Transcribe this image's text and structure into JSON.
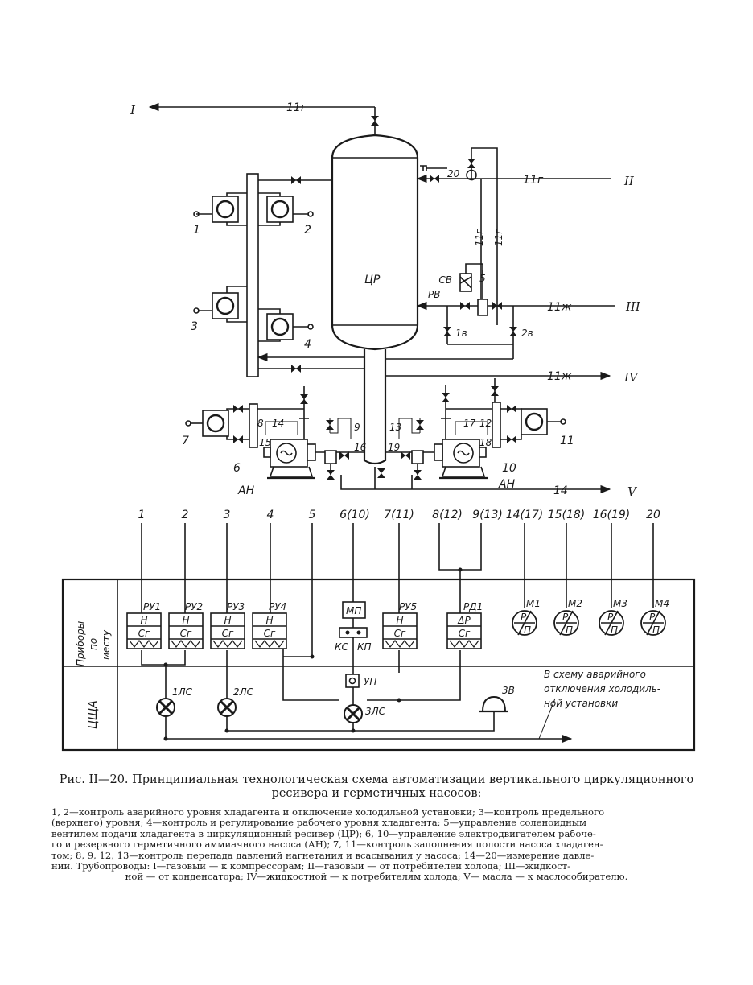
{
  "diagram": {
    "receiver_label": "ЦР",
    "pipes": {
      "I": "I",
      "II": "II",
      "III": "III",
      "IV": "IV",
      "V": "V",
      "p11g_top": "11г",
      "p11g_right": "11г",
      "p11g_v1": "11г",
      "p11g_v2": "11г",
      "p11zh_a": "11ж",
      "p11zh_b": "11ж",
      "p14": "14"
    },
    "instr_nums": {
      "n1": "1",
      "n2": "2",
      "n3": "3",
      "n4": "4",
      "n5": "5",
      "n7": "7",
      "n11": "11",
      "n6": "6",
      "n10": "10",
      "n8": "8",
      "n14": "14",
      "n15": "15",
      "n9": "9",
      "n16": "16",
      "n13": "13",
      "n19": "19",
      "n17": "17",
      "n12": "12",
      "n18": "18",
      "n20": "20",
      "n1v": "1в",
      "n2v": "2в",
      "rv": "РВ",
      "sv": "СВ",
      "an_left": "АН",
      "an_right": "АН"
    },
    "columns": [
      "1",
      "2",
      "3",
      "4",
      "5",
      "6(10)",
      "7(11)",
      "8(12)",
      "9(13)",
      "14(17)",
      "15(18)",
      "16(19)",
      "20"
    ],
    "panel": {
      "row_local": "Приборы по месту",
      "row_ccu": "ЦЩА",
      "devices": [
        {
          "tag": "РУ1",
          "top": "Н",
          "bottom": "Сг"
        },
        {
          "tag": "РУ2",
          "top": "Н",
          "bottom": "Сг"
        },
        {
          "tag": "РУ3",
          "top": "Н",
          "bottom": "Сг"
        },
        {
          "tag": "РУ4",
          "top": "Н",
          "bottom": "Сг"
        },
        {
          "tag": "РУ5",
          "top": "Н",
          "bottom": "Сг"
        },
        {
          "tag": "РД1",
          "top": "ΔР",
          "bottom": "Сг"
        }
      ],
      "mp": "МП",
      "ks": "КС",
      "kp": "КП",
      "up": "УП",
      "gauges": [
        {
          "tag": "М1",
          "top": "Р",
          "bottom": "П"
        },
        {
          "tag": "М2",
          "top": "Р",
          "bottom": "П"
        },
        {
          "tag": "М3",
          "top": "Р",
          "bottom": "П"
        },
        {
          "tag": "М4",
          "top": "Р",
          "bottom": "П"
        }
      ],
      "lamps": [
        "1ЛС",
        "2ЛС",
        "3ЛС"
      ],
      "horn": "3В",
      "note": "В схему аварийного отключения холодильной установки"
    }
  },
  "caption": {
    "title": "Рис. II—20. Принципиальная технологическая схема автоматизации вертикального циркуляционного ресивера и герметичных насосов:",
    "body": [
      "1, 2—контроль аварийного уровня хладагента и отключение холодильной установки; 3—контроль предельного",
      "(верхнего) уровня; 4—контроль и регулирование рабочего уровня хладагента; 5—управление соленоидным",
      "вентилем подачи хладагента в циркуляционный ресивер (ЦР); 6, 10—управление электродвигателем рабоче-",
      "го и резервного герметичного аммиачного насоса (АН); 7, 11—контроль заполнения полости насоса хладаген-",
      "том; 8, 9, 12, 13—контроль перепада давлений нагнетания и всасывания у насоса; 14—20—измерение давле-",
      "ний. Трубопроводы: I—газовый — к компрессорам; II—газовый — от потребителей холода; III—жидкост-",
      "ной — от конденсатора; IV—жидкостной — к потребителям холода; V— масла — к маслособирателю."
    ]
  }
}
